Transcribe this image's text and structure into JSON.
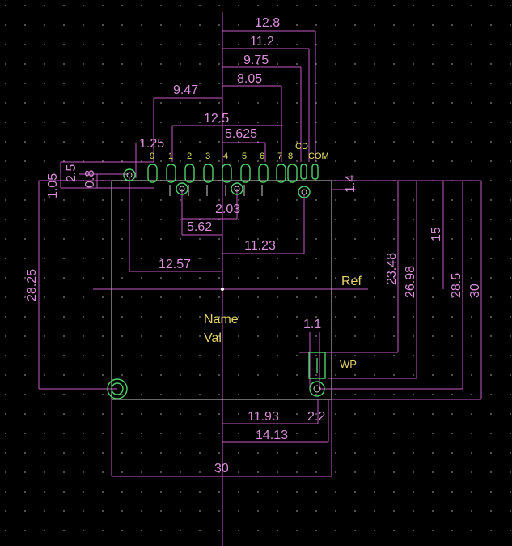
{
  "pin_labels": [
    "9",
    "1",
    "2",
    "3",
    "4",
    "5",
    "6",
    "7",
    "8",
    "CD",
    "COM"
  ],
  "top_dims": {
    "d_12_8": "12.8",
    "d_11_2": "11.2",
    "d_9_75": "9.75",
    "d_8_05": "8.05",
    "d_9_47": "9.47",
    "d_12_5": "12.5",
    "d_5_625": "5.625",
    "d_1_25": "1.25"
  },
  "left_dims": {
    "d_1_05": "1.05",
    "d_2_5": "2.5",
    "d_0_8": "0.8",
    "d_28_25": "28.25"
  },
  "right_dims": {
    "d_1_4": "1.4",
    "d_23_48": "23.48",
    "d_26_98": "26.98",
    "d_15": "15",
    "d_28_5": "28.5",
    "d_30": "30"
  },
  "mid_dims": {
    "d_2_03": "2.03",
    "d_5_62": "5.62",
    "d_11_23": "11.23",
    "d_12_57": "12.57",
    "d_1_1": "1.1"
  },
  "bottom_dims": {
    "d_11_93": "11.93",
    "d_2_2": "2.2",
    "d_14_13": "14.13",
    "d_30": "30"
  },
  "labels": {
    "ref": "Ref",
    "name": "Name",
    "val": "Val",
    "wp": "WP"
  }
}
